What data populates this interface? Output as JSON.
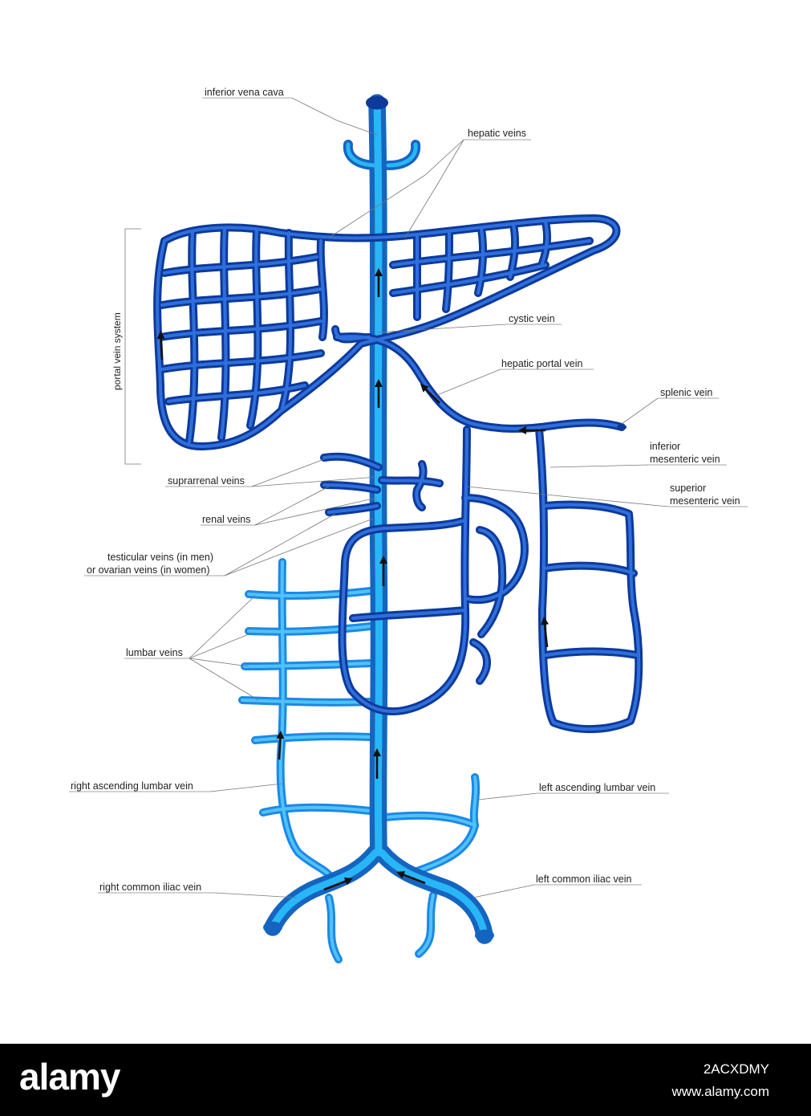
{
  "labels": {
    "inferior_vena_cava": "inferior vena cava",
    "hepatic_veins": "hepatic veins",
    "portal_vein_system": "portal vein system",
    "cystic_vein": "cystic vein",
    "hepatic_portal_vein": "hepatic portal vein",
    "splenic_vein": "splenic vein",
    "inferior_mesenteric_vein_1": "inferior",
    "inferior_mesenteric_vein_2": "mesenteric vein",
    "superior_mesenteric_vein_1": "superior",
    "superior_mesenteric_vein_2": "mesenteric vein",
    "suprarrenal_veins": "suprarrenal veins",
    "renal_veins": "renal veins",
    "testicular_veins_1": "testicular veins (in men)",
    "testicular_veins_2": "or ovarian veins (in women)",
    "lumbar_veins": "lumbar veins",
    "right_ascending_lumbar_vein": "right ascending lumbar vein",
    "left_ascending_lumbar_vein": "left ascending lumbar vein",
    "right_common_iliac_vein": "right common iliac vein",
    "left_common_iliac_vein": "left common iliac vein"
  },
  "colors": {
    "ivc": "#1565c0",
    "lumbar": "#1e88e5",
    "portal": "#0d3a9a"
  },
  "footer": {
    "logo": "alamy",
    "image_id": "2ACXDMY",
    "site": "www.alamy.com"
  }
}
